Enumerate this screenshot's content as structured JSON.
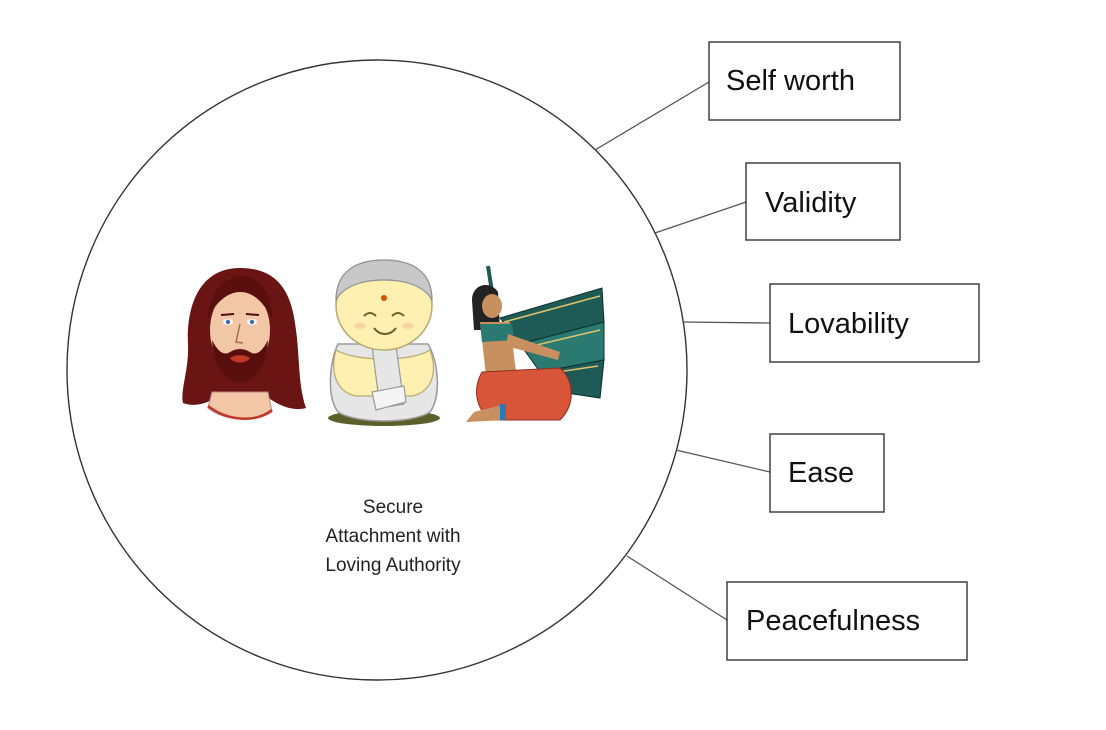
{
  "diagram": {
    "center_label_lines": [
      "Secure",
      "Attachment with",
      "Loving Authority"
    ],
    "figures": [
      "jesus-figure",
      "buddha-figure",
      "winged-goddess-figure"
    ],
    "boxes": [
      {
        "id": "self-worth",
        "label": "Self worth"
      },
      {
        "id": "validity",
        "label": "Validity"
      },
      {
        "id": "lovability",
        "label": "Lovability"
      },
      {
        "id": "ease",
        "label": "Ease"
      },
      {
        "id": "peacefulness",
        "label": "Peacefulness"
      }
    ],
    "colors": {
      "outline": "#333333",
      "connector": "#555555",
      "hair": "#6b1414",
      "skin": "#f2c7a5",
      "buddha_body": "#fdf0b0",
      "buddha_robe": "#e6e6e6",
      "wing_teal": "#1e5b57",
      "goddess_skirt": "#d9553a",
      "goddess_skin": "#c9905f"
    }
  }
}
